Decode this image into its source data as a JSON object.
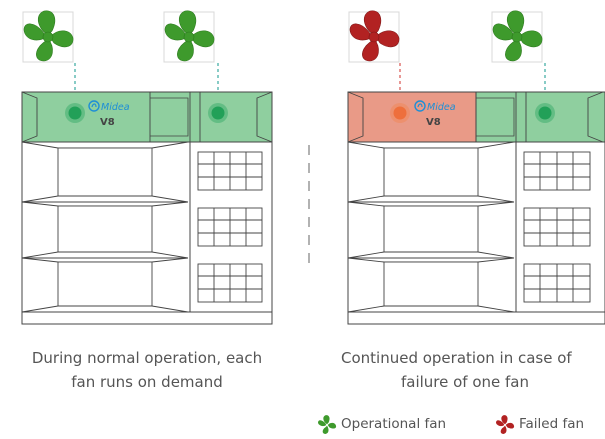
{
  "left_unit": {
    "brand": "Midea",
    "model": "V8",
    "caption_line1": "During normal operation, each",
    "caption_line2": "fan runs on demand"
  },
  "right_unit": {
    "brand": "Midea",
    "model": "V8",
    "caption_line1": "Continued operation in case of",
    "caption_line2": "failure of one fan"
  },
  "legend": {
    "operational_label": "Operational fan",
    "failed_label": "Failed fan"
  },
  "colors": {
    "operational": "#3e9a2c",
    "failed": "#b22222",
    "ok_band": "#8fcf9f",
    "failed_band": "#e99a87",
    "brand": "#1e8fd6"
  },
  "icons": {
    "operational_fan": "fan-green-icon",
    "failed_fan": "fan-red-icon"
  }
}
